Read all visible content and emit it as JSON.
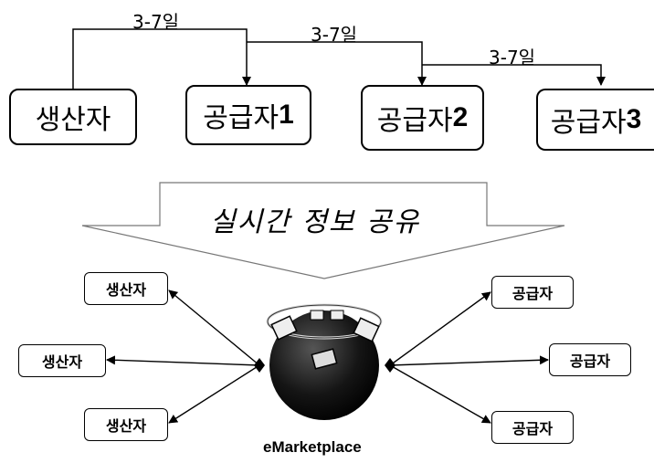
{
  "top_chain": {
    "producer": "생산자",
    "suppliers": [
      {
        "label": "공급자",
        "number": "1"
      },
      {
        "label": "공급자",
        "number": "2"
      },
      {
        "label": "공급자",
        "number": "3"
      }
    ],
    "lead_times": [
      "3-7일",
      "3-7일",
      "3-7일"
    ]
  },
  "banner": {
    "text": "실시간 정보 공유"
  },
  "hub": {
    "caption": "eMarketplace",
    "left_nodes": [
      "생산자",
      "생산자",
      "생산자"
    ],
    "right_nodes": [
      "공급자",
      "공급자",
      "공급자"
    ]
  }
}
